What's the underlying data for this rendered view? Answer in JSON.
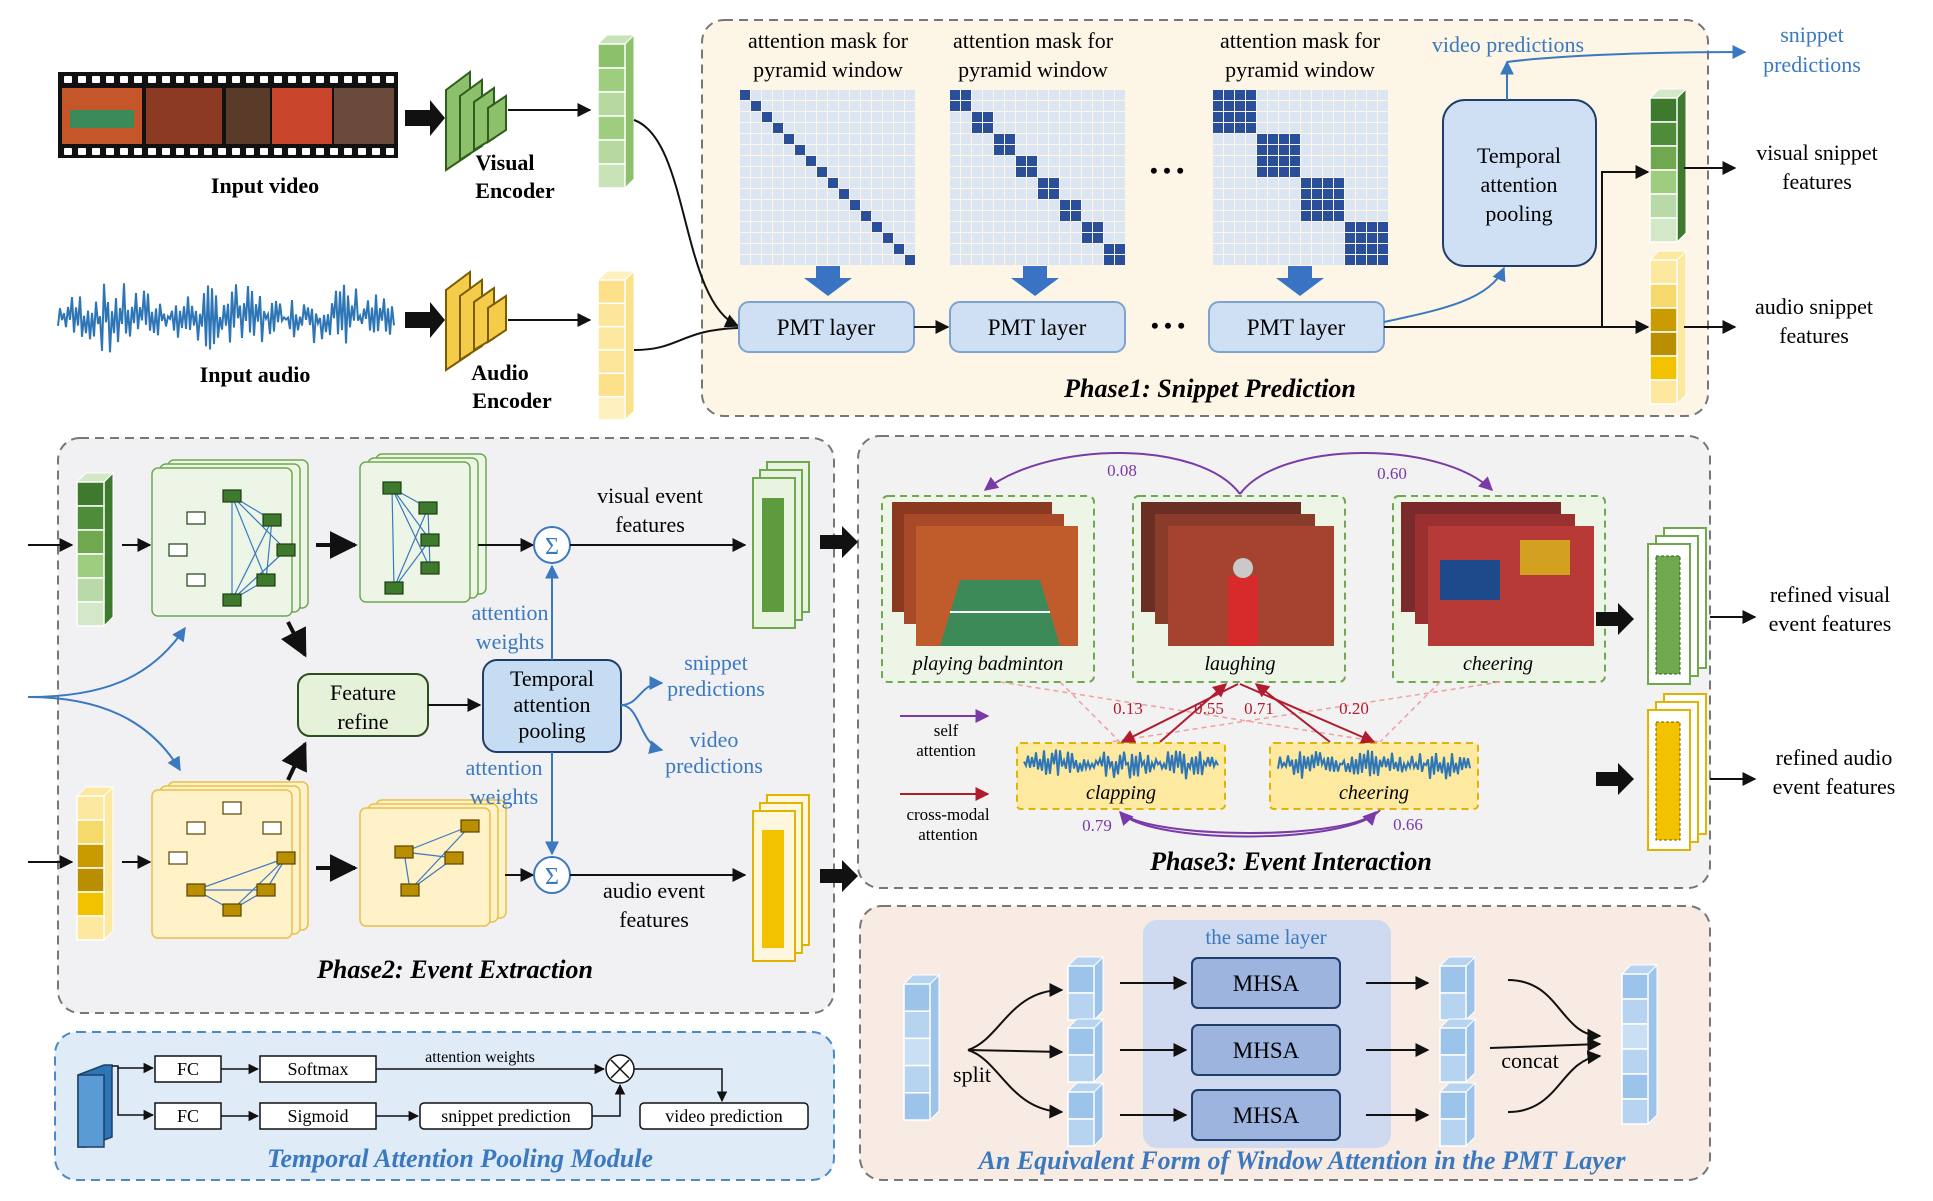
{
  "input": {
    "video_label": "Input video",
    "audio_label": "Input audio",
    "visual_encoder": [
      "Visual",
      "Encoder"
    ],
    "audio_encoder": [
      "Audio",
      "Encoder"
    ]
  },
  "phase1": {
    "title": "Phase1: Snippet Prediction",
    "mask_label": [
      "attention mask for",
      "pyramid window"
    ],
    "pmt_label": "PMT layer",
    "ellipsis": "• • •",
    "tap": [
      "Temporal",
      "attention",
      "pooling"
    ],
    "video_predictions": "video predictions",
    "snippet_predictions": [
      "snippet",
      "predictions"
    ],
    "visual_snippet_features": [
      "visual snippet",
      "features"
    ],
    "audio_snippet_features": [
      "audio snippet",
      "features"
    ]
  },
  "phase2": {
    "title": "Phase2: Event Extraction",
    "visual_event_features": [
      "visual event",
      "features"
    ],
    "audio_event_features": [
      "audio event",
      "features"
    ],
    "attention_weights": [
      "attention",
      "weights"
    ],
    "feature_refine": [
      "Feature",
      "refine"
    ],
    "tap": [
      "Temporal",
      "attention",
      "pooling"
    ],
    "snippet_predictions": [
      "snippet",
      "predictions"
    ],
    "video_predictions": [
      "video",
      "predictions"
    ],
    "sum_symbol": "Σ"
  },
  "phase3": {
    "title": "Phase3: Event Interaction",
    "visual_events": [
      "playing badminton",
      "laughing",
      "cheering"
    ],
    "audio_events": [
      "clapping",
      "cheering"
    ],
    "self_weights_top": [
      "0.08",
      "0.60"
    ],
    "self_weights_bottom": [
      "0.79",
      "0.66"
    ],
    "cross_weights": [
      "0.13",
      "0.55",
      "0.71",
      "0.20"
    ],
    "legend_self": [
      "self",
      "attention"
    ],
    "legend_cross": [
      "cross-modal",
      "attention"
    ],
    "refined_visual": [
      "refined visual",
      "event features"
    ],
    "refined_audio": [
      "refined audio",
      "event features"
    ]
  },
  "tap_module": {
    "title": "Temporal Attention Pooling Module",
    "fc": "FC",
    "softmax": "Softmax",
    "sigmoid": "Sigmoid",
    "attention_weights": "attention weights",
    "snippet_prediction": "snippet prediction",
    "video_prediction": "video prediction"
  },
  "window_attention": {
    "title": "An Equivalent Form of Window Attention in the PMT Layer",
    "same_layer": "the same layer",
    "mhsa": "MHSA",
    "split": "split",
    "concat": "concat"
  },
  "colors": {
    "green_dark": "#3d7a2e",
    "green_mid": "#6fa84f",
    "green_light": "#b9d9a8",
    "yellow_dark": "#b98e00",
    "yellow_mid": "#f2c200",
    "yellow_light": "#fde8a0",
    "blue_box": "#c5dcf2",
    "blue_text": "#3a79c0",
    "mask_blue": "#2a4f9a",
    "purple": "#7a3aa8",
    "crimson": "#b01c2e"
  }
}
